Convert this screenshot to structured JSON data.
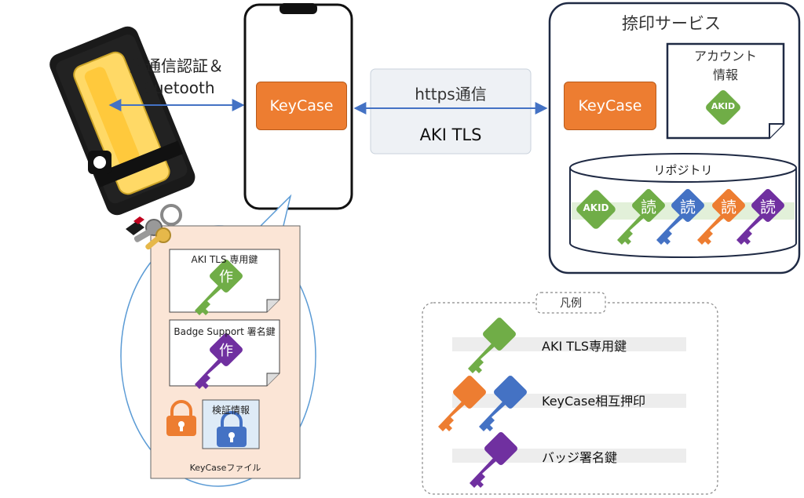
{
  "colors": {
    "orange": "#ED7D31",
    "green": "#70AD47",
    "blue": "#4472C4",
    "purple": "#7030A0",
    "arrow": "#4472C4",
    "file_bg": "#FBE5D6",
    "token_yellow": "#FFD966"
  },
  "connection_left": {
    "line1": "光通信認証＆",
    "line2": "Bluetooth"
  },
  "phone": {
    "app_label": "KeyCase"
  },
  "link_box": {
    "line1": "https通信",
    "line2": "AKI TLS"
  },
  "service": {
    "title": "捺印サービス",
    "app_label": "KeyCase",
    "account": {
      "line1": "アカウント",
      "line2": "情報",
      "badge": "AKID"
    },
    "repository": {
      "label": "リポジトリ",
      "akid_badge": "AKID",
      "read_glyph": "読"
    }
  },
  "keycase_file": {
    "label": "KeyCaseファイル",
    "card1": {
      "title": "AKI TLS 専用鍵",
      "glyph": "作"
    },
    "card2": {
      "title": "Badge Support 署名鍵",
      "glyph": "作"
    },
    "verify_label": "検証情報",
    "icons": [
      "keyring-icon",
      "lock-icon"
    ]
  },
  "legend": {
    "title": "凡例",
    "items": [
      {
        "label": "AKI TLS専用鍵"
      },
      {
        "label": "KeyCase相互押印"
      },
      {
        "label": "バッジ署名鍵"
      }
    ]
  }
}
